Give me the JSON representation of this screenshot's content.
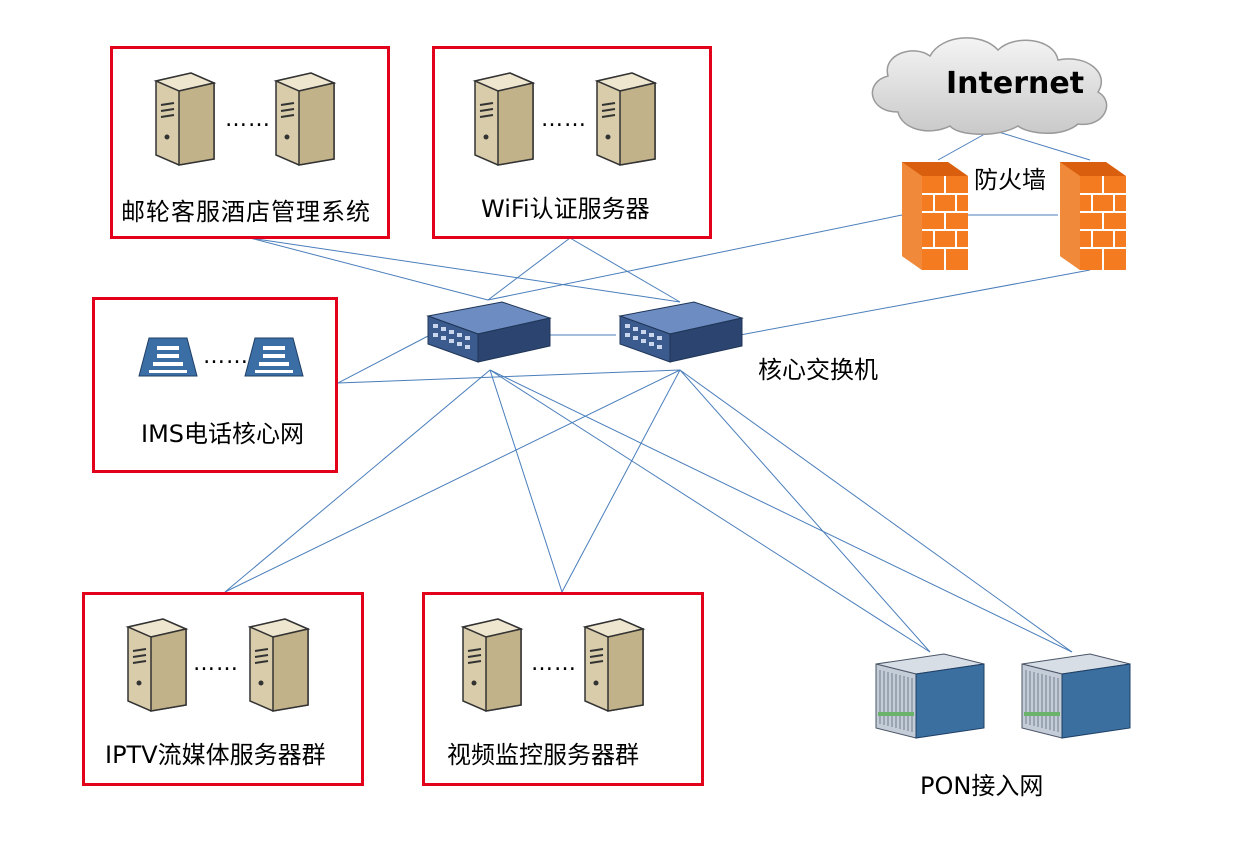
{
  "groups": {
    "hotel_system": {
      "label": "邮轮客服酒店管理系统"
    },
    "wifi_auth": {
      "label": "WiFi认证服务器"
    },
    "ims": {
      "label": "IMS电话核心网"
    },
    "iptv": {
      "label": "IPTV流媒体服务器群"
    },
    "video_monitor": {
      "label": "视频监控服务器群"
    }
  },
  "internet": {
    "label": "Internet"
  },
  "firewall": {
    "label": "防火墙"
  },
  "core_switch": {
    "label": "核心交换机"
  },
  "pon": {
    "label": "PON接入网"
  },
  "ellipsis": "……",
  "colors": {
    "box_border": "#e2001a",
    "link": "#4a7ebb",
    "firewall": "#f07a22",
    "switch": "#2e4a78"
  }
}
